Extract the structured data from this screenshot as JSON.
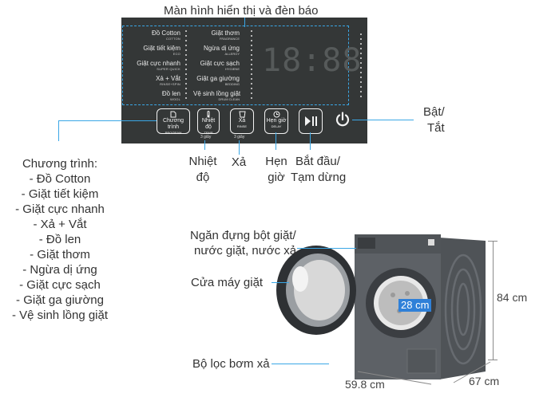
{
  "labels": {
    "display": "Màn hình hiển thị và đèn báo",
    "power": [
      "Bật/",
      "Tắt"
    ],
    "temperature": [
      "Nhiệt",
      "độ"
    ],
    "rinse": "Xả",
    "delay": [
      "Hẹn",
      "giờ"
    ],
    "start_pause": [
      "Bắt đầu/",
      "Tạm dừng"
    ],
    "programs_title": "Chương trình:",
    "programs": [
      "- Đồ Cotton",
      "- Giặt tiết kiệm",
      "- Giặt cực nhanh",
      "- Xả + Vắt",
      "- Đồ len",
      "- Giặt thơm",
      "- Ngừa dị ứng",
      "- Giặt cực sạch",
      "- Giặt ga giường",
      "- Vệ sinh lồng giặt"
    ],
    "detergent": [
      "Ngăn đựng bột giặt/",
      "nước giặt, nước xả"
    ],
    "door": "Cửa máy giặt",
    "filter": "Bộ lọc bơm xả"
  },
  "dimensions": {
    "height": "84 cm",
    "depth": "67 cm",
    "width": "59.8 cm",
    "drum": "28 cm"
  },
  "panel": {
    "left_programs": [
      {
        "name": "Đồ Cotton",
        "sub": "COTTON"
      },
      {
        "name": "Giặt tiết kiệm",
        "sub": "ECO"
      },
      {
        "name": "Giặt cực nhanh",
        "sub": "SUPER QUICK"
      },
      {
        "name": "Xả + Vắt",
        "sub": "RINSE+SPIN"
      },
      {
        "name": "Đồ len",
        "sub": "WOOL"
      }
    ],
    "right_programs": [
      {
        "name": "Giặt thơm",
        "sub": "FRAGRANCE"
      },
      {
        "name": "Ngừa dị ứng",
        "sub": "ALLERGY"
      },
      {
        "name": "Giặt cực sạch",
        "sub": "HYGIENE"
      },
      {
        "name": "Giặt ga giường",
        "sub": "BEDDING"
      },
      {
        "name": "Vệ sinh lồng giặt",
        "sub": "DRUM CLEAN"
      }
    ],
    "display_digits": "18:88",
    "buttons": {
      "program": {
        "name": "Chương trình",
        "sub": "PROGRAM"
      },
      "temp": {
        "name": "Nhiệt độ",
        "sub": "TEMP"
      },
      "rinse": {
        "name": "Xả",
        "sub": "RINSE"
      },
      "delay": {
        "name": "Hẹn giờ",
        "sub": "DELAY"
      }
    },
    "hold_3s": "3 giây"
  },
  "colors": {
    "panel": "#343737",
    "callout": "#3aa7e6",
    "machine": "#5d6166"
  }
}
